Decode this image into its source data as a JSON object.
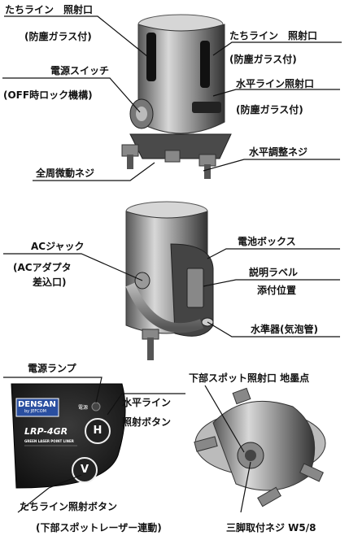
{
  "labels": {
    "tachi_line_left": "たちライン　照射口",
    "dust_glass_left": "(防塵ガラス付)",
    "tachi_line_right": "たちライン　照射口",
    "dust_glass_right": "(防塵ガラス付)",
    "power_switch": "電源スイッチ",
    "off_lock": "(OFF時ロック機構)",
    "horizontal_line_port": "水平ライン照射口",
    "dust_glass_horizontal": "(防塵ガラス付)",
    "leveling_screw": "水平調整ネジ",
    "fine_adjust_screw": "全周微動ネジ",
    "ac_jack": "ACジャック",
    "ac_adapter_1": "(ACアダプタ",
    "ac_adapter_2": "差込口)",
    "battery_box": "電池ボックス",
    "label_1": "説明ラベル",
    "label_2": "添付位置",
    "level_vial": "水準器(気泡管)",
    "power_lamp": "電源ランプ",
    "h_button_1": "水平ライン",
    "h_button_2": "照射ボタン",
    "bottom_spot": "下部スポット照射口 地墨点",
    "v_button": "たちライン照射ボタン",
    "bottom_spot_link": "(下部スポットレーザー連動)",
    "tripod_screw": "三脚取付ネジ W5/8"
  },
  "panel": {
    "brand": "DENSAN",
    "brand_sub": "by JEFCOM",
    "power_text": "電源",
    "model": "LRP-4GR",
    "tagline": "GREEN LASER POINT LINER",
    "h_letter": "H",
    "v_letter": "V"
  }
}
